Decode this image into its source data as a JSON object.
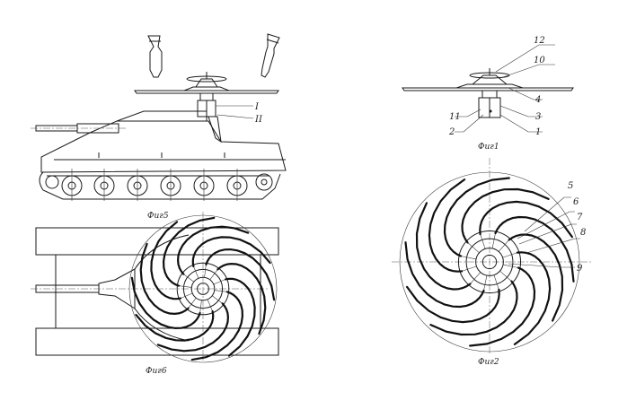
{
  "figures": {
    "fig1": {
      "caption": "Фиг1",
      "labels": [
        "12",
        "10",
        "4",
        "3",
        "1",
        "11",
        "2"
      ]
    },
    "fig2": {
      "caption": "Фиг2",
      "labels": [
        "5",
        "6",
        "7",
        "8",
        "9"
      ]
    },
    "fig5": {
      "caption": "Фиг5",
      "labels": [
        "I",
        "II"
      ]
    },
    "fig6": {
      "caption": "Фиг6"
    }
  }
}
